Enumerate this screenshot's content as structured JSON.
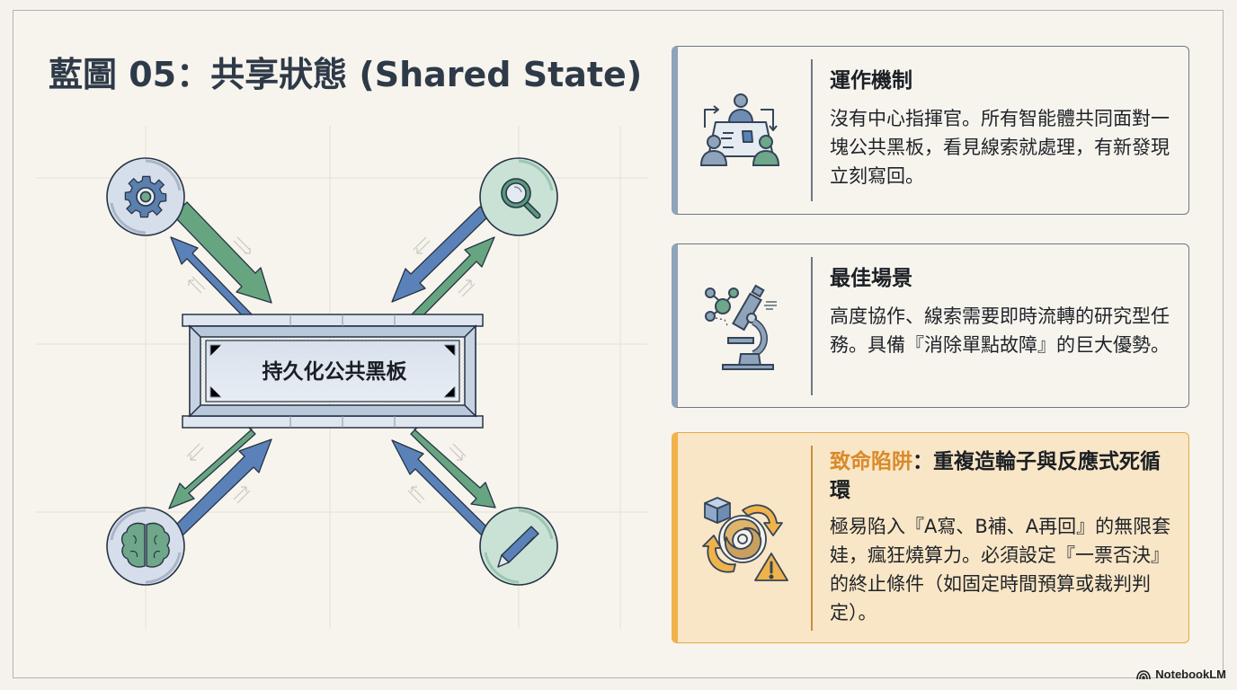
{
  "title": "藍圖 05：共享狀態 (Shared State)",
  "diagram": {
    "center": {
      "label": "持久化公共黑板",
      "icon": "blackboard-icon"
    },
    "nodes": [
      {
        "id": "top-left",
        "icon": "gear-icon",
        "color": "#5b7fae"
      },
      {
        "id": "top-right",
        "icon": "magnifier-icon",
        "color": "#5a9a7c"
      },
      {
        "id": "bottom-left",
        "icon": "brain-icon",
        "color": "#5a9a7c"
      },
      {
        "id": "bottom-right",
        "icon": "pen-icon",
        "color": "#5b7fae"
      }
    ],
    "colors": {
      "blue_arrow": "#5b82b8",
      "green_arrow": "#67a581",
      "outline": "#263445"
    }
  },
  "cards": [
    {
      "heading": "運作機制",
      "icon": "team-meeting-icon",
      "body": "沒有中心指揮官。所有智能體共同面對一塊公共黑板，看見線索就處理，有新發現立刻寫回。"
    },
    {
      "heading": "最佳場景",
      "icon": "microscope-icon",
      "body": "高度協作、線索需要即時流轉的研究型任務。具備『消除單點故障』的巨大優勢。"
    },
    {
      "heading_accent": "致命陷阱",
      "heading_rest": "：重複造輪子與反應式死循環",
      "icon": "infinite-loop-warning-icon",
      "body": "極易陷入『A寫、B補、A再回』的無限套娃，瘋狂燒算力。必須設定『一票否決』的終止條件（如固定時間預算或裁判判定）。",
      "accent_color": "#d98a2b"
    }
  ],
  "brand": {
    "label": "NotebookLM"
  }
}
